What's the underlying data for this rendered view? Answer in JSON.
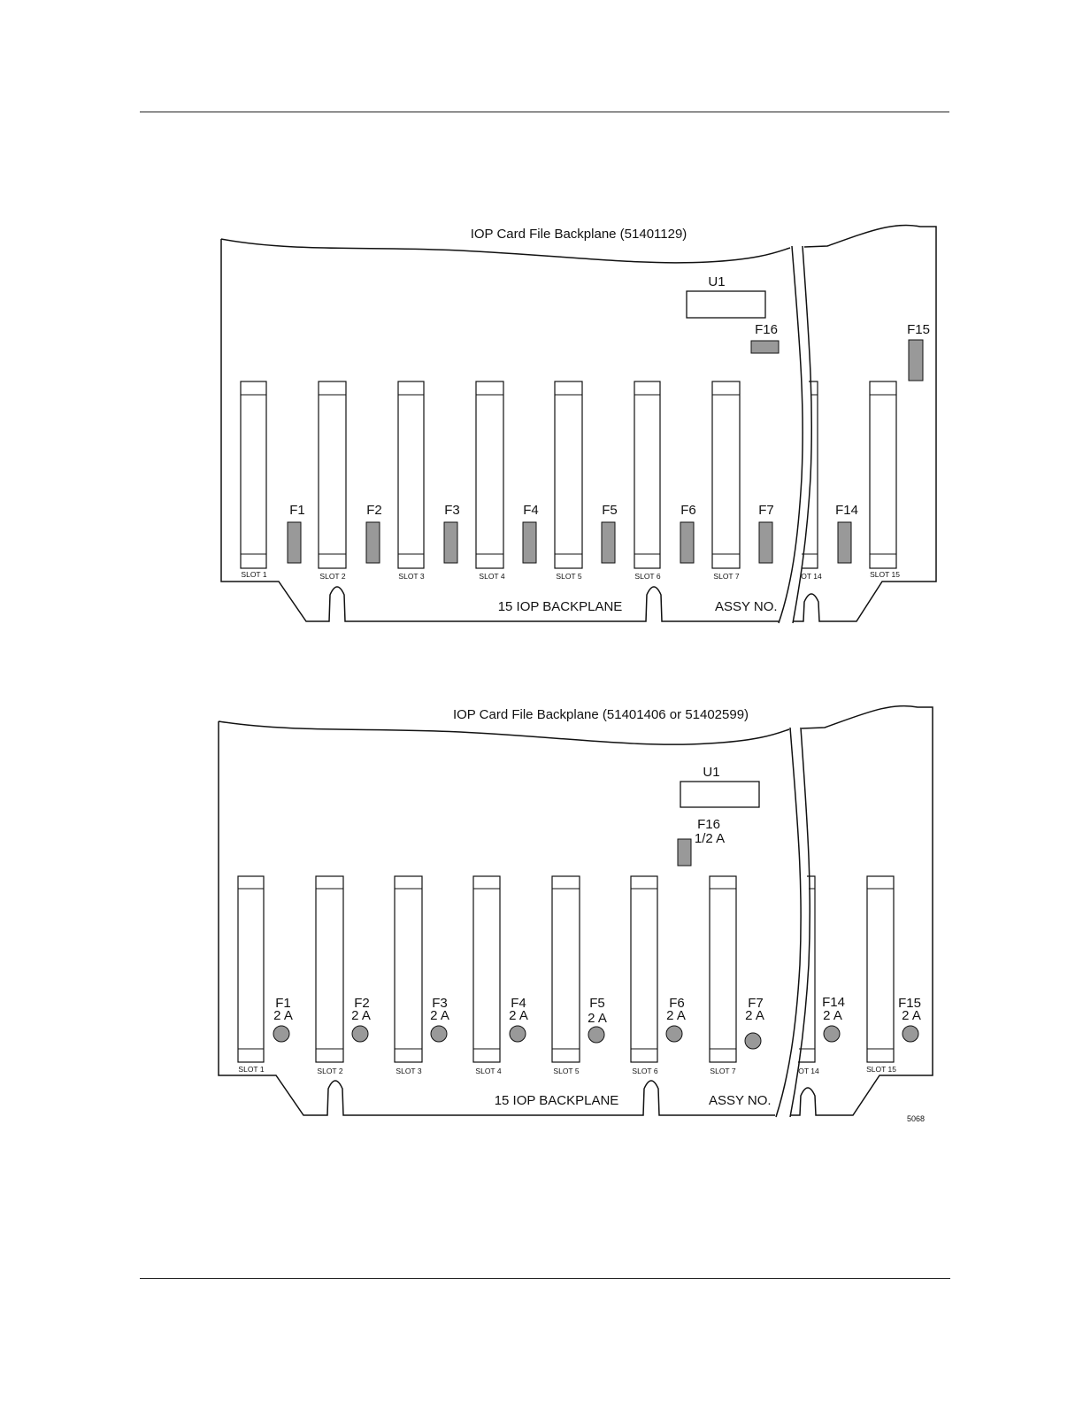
{
  "diagrams": [
    {
      "title": "IOP Card File Backplane (51401129)",
      "chip_label": "U1",
      "slot_labels": [
        "SLOT 1",
        "SLOT 2",
        "SLOT 3",
        "SLOT 4",
        "SLOT 5",
        "SLOT 6",
        "SLOT 7",
        "OT 14",
        "SLOT 15"
      ],
      "fuses_bottom": [
        {
          "name": "F1"
        },
        {
          "name": "F2"
        },
        {
          "name": "F3"
        },
        {
          "name": "F4"
        },
        {
          "name": "F5"
        },
        {
          "name": "F6"
        },
        {
          "name": "F7"
        },
        {
          "name": "F14"
        }
      ],
      "fuse_top": {
        "name": "F16"
      },
      "fuse_side": {
        "name": "F15"
      },
      "edge_label": "15 IOP BACKPLANE",
      "assy_label": "ASSY NO."
    },
    {
      "title": "IOP Card File Backplane (51401406 or 51402599)",
      "chip_label": "U1",
      "slot_labels": [
        "SLOT 1",
        "SLOT 2",
        "SLOT 3",
        "SLOT 4",
        "SLOT 5",
        "SLOT 6",
        "SLOT 7",
        "OT 14",
        "SLOT 15"
      ],
      "fuses_bottom": [
        {
          "name": "F1",
          "rating": "2 A"
        },
        {
          "name": "F2",
          "rating": "2 A"
        },
        {
          "name": "F3",
          "rating": "2 A"
        },
        {
          "name": "F4",
          "rating": "2 A"
        },
        {
          "name": "F5",
          "rating": "2 A"
        },
        {
          "name": "F6",
          "rating": "2 A"
        },
        {
          "name": "F7",
          "rating": "2 A"
        },
        {
          "name": "F14",
          "rating": "2 A"
        },
        {
          "name": "F15",
          "rating": "2 A"
        }
      ],
      "fuse_top": {
        "name": "F16",
        "rating": "1/2 A"
      },
      "edge_label": "15 IOP BACKPLANE",
      "assy_label": "ASSY NO.",
      "figure_number": "5068"
    }
  ]
}
